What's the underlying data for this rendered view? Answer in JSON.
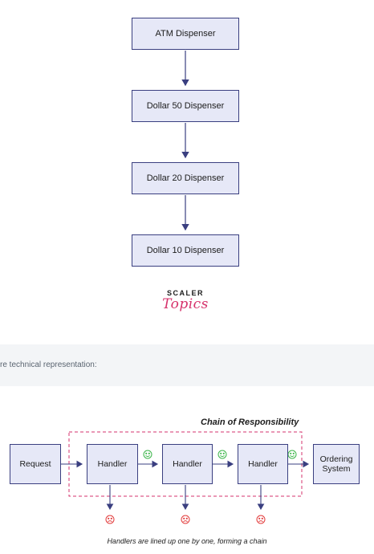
{
  "flowchart": {
    "boxes": [
      "ATM Dispenser",
      "Dollar 50 Dispenser",
      "Dollar 20 Dispenser",
      "Dollar 10 Dispenser"
    ]
  },
  "logo": {
    "word": "SCALER",
    "script": "Topics"
  },
  "info_bar": {
    "text": "re technical representation:"
  },
  "chain": {
    "title": "Chain of Responsibility",
    "request": "Request",
    "handlers": [
      "Handler",
      "Handler",
      "Handler"
    ],
    "ordering_system": "Ordering System",
    "caption": "Handlers are lined up one by one, forming a chain"
  },
  "colors": {
    "box_fill": "#e6e8f7",
    "box_border": "#3a3f80",
    "arrow": "#3a3f80",
    "happy": "#3cb54a",
    "sad": "#e23b3b",
    "dashed": "#d6336c"
  }
}
